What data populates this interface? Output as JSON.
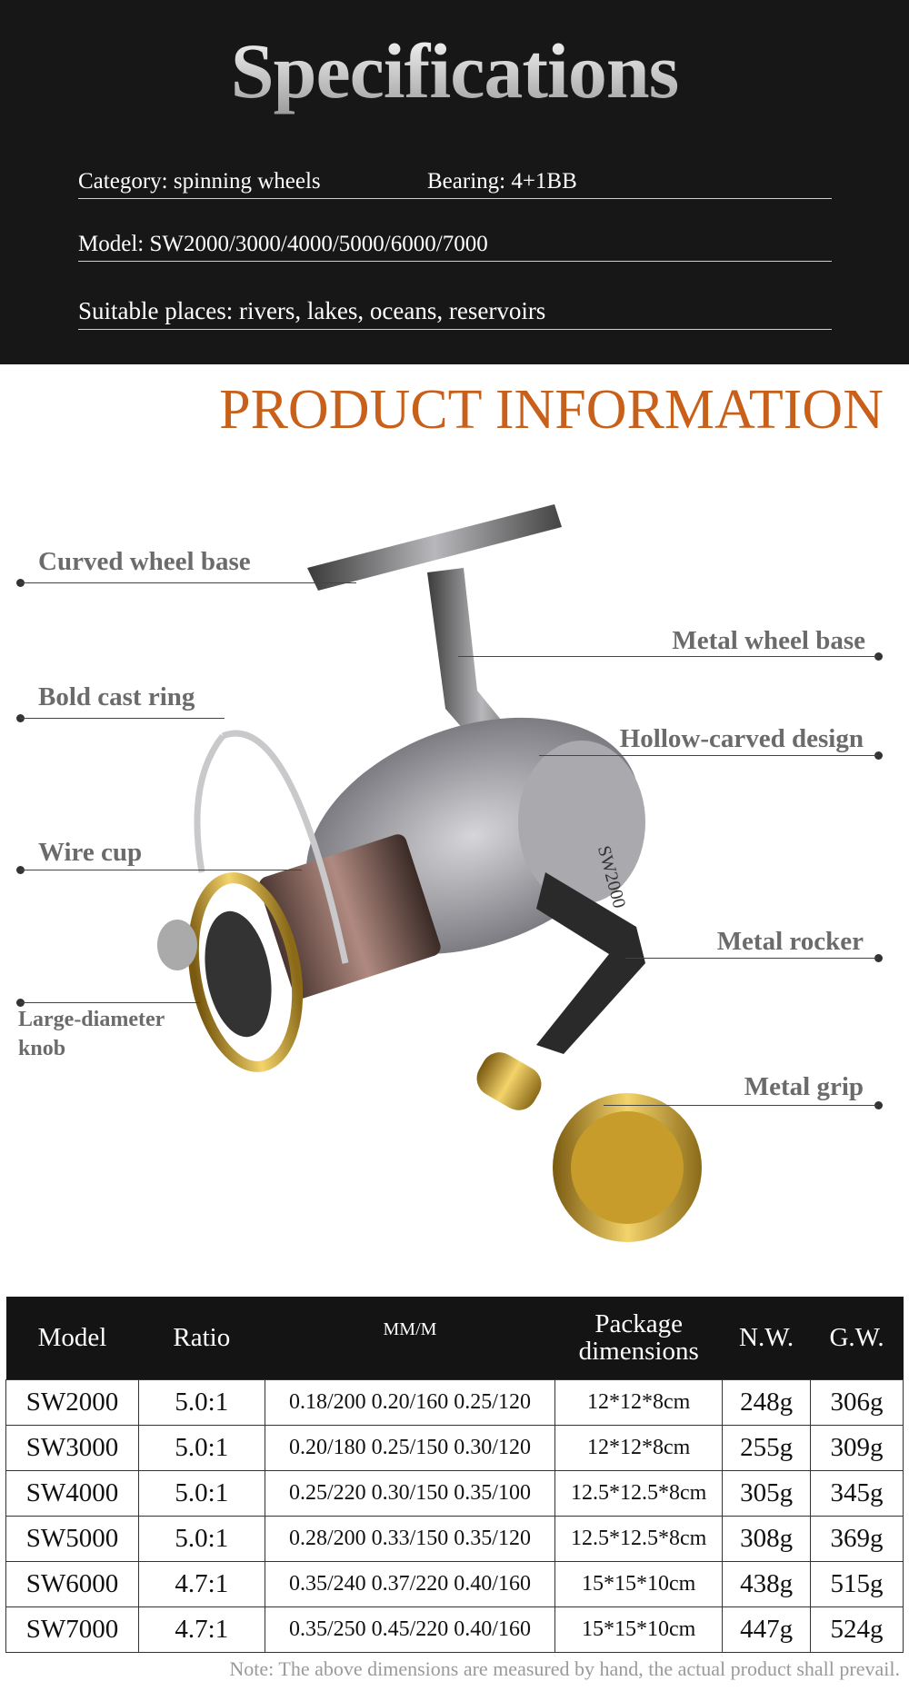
{
  "specifications": {
    "title": "Specifications",
    "category": "Category: spinning wheels",
    "bearing": "Bearing: 4+1BB",
    "model": "Model: SW2000/3000/4000/5000/6000/7000",
    "suitable_places": "Suitable places: rivers, lakes, oceans, reservoirs"
  },
  "product_information": {
    "title": "PRODUCT INFORMATION",
    "callouts": {
      "curved_wheel_base": "Curved wheel base",
      "bold_cast_ring": "Bold cast ring",
      "wire_cup": "Wire cup",
      "large_diameter_knob_1": "Large-diameter",
      "large_diameter_knob_2": "knob",
      "metal_wheel_base": "Metal wheel base",
      "hollow_carved_design": "Hollow-carved design",
      "metal_rocker": "Metal rocker",
      "metal_grip": "Metal grip"
    },
    "reel_label": "SW2000"
  },
  "table": {
    "headers": [
      "Model",
      "Ratio",
      "MM/M",
      "Package dimensions",
      "N.W.",
      "G.W."
    ],
    "rows": [
      [
        "SW2000",
        "5.0:1",
        "0.18/200 0.20/160 0.25/120",
        "12*12*8cm",
        "248g",
        "306g"
      ],
      [
        "SW3000",
        "5.0:1",
        "0.20/180 0.25/150 0.30/120",
        "12*12*8cm",
        "255g",
        "309g"
      ],
      [
        "SW4000",
        "5.0:1",
        "0.25/220 0.30/150 0.35/100",
        "12.5*12.5*8cm",
        "305g",
        "345g"
      ],
      [
        "SW5000",
        "5.0:1",
        "0.28/200 0.33/150 0.35/120",
        "12.5*12.5*8cm",
        "308g",
        "369g"
      ],
      [
        "SW6000",
        "4.7:1",
        "0.35/240 0.37/220 0.40/160",
        "15*15*10cm",
        "438g",
        "515g"
      ],
      [
        "SW7000",
        "4.7:1",
        "0.35/250 0.45/220 0.40/160",
        "15*15*10cm",
        "447g",
        "524g"
      ]
    ],
    "note": "Note: The above dimensions are measured by hand, the actual product shall prevail."
  }
}
